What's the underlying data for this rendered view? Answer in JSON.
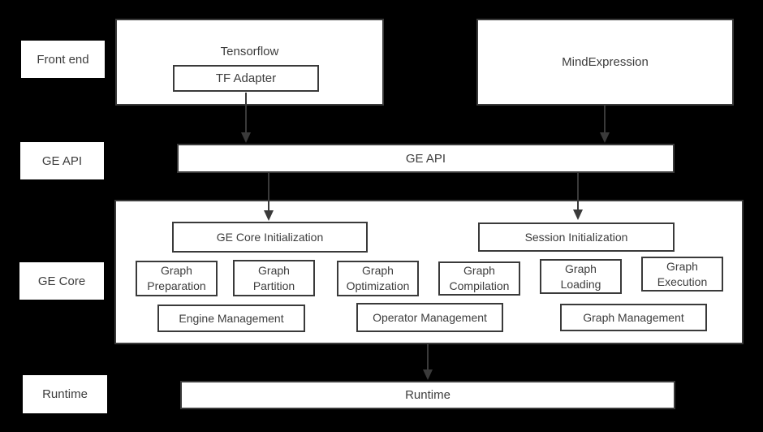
{
  "colors": {
    "background": "#000000",
    "box_fill": "#ffffff",
    "box_border": "#3a3a3a",
    "text": "#3d3d3d",
    "arrow": "#3a3a3a"
  },
  "row_labels": {
    "front_end": "Front end",
    "ge_api": "GE API",
    "ge_core": "GE Core",
    "runtime": "Runtime"
  },
  "front_end": {
    "tensorflow": "Tensorflow",
    "tf_adapter": "TF Adapter",
    "mind_expression": "MindExpression"
  },
  "ge_api_bar": {
    "label": "GE API"
  },
  "ge_core": {
    "ge_core_initialization": "GE Core Initialization",
    "session_initialization": "Session Initialization",
    "modules": [
      "Graph Preparation",
      "Graph Partition",
      "Graph Optimization",
      "Graph Compilation",
      "Graph Loading",
      "Graph Execution"
    ],
    "management": [
      "Engine Management",
      "Operator Management",
      "Graph Management"
    ]
  },
  "runtime_bar": {
    "label": "Runtime"
  }
}
